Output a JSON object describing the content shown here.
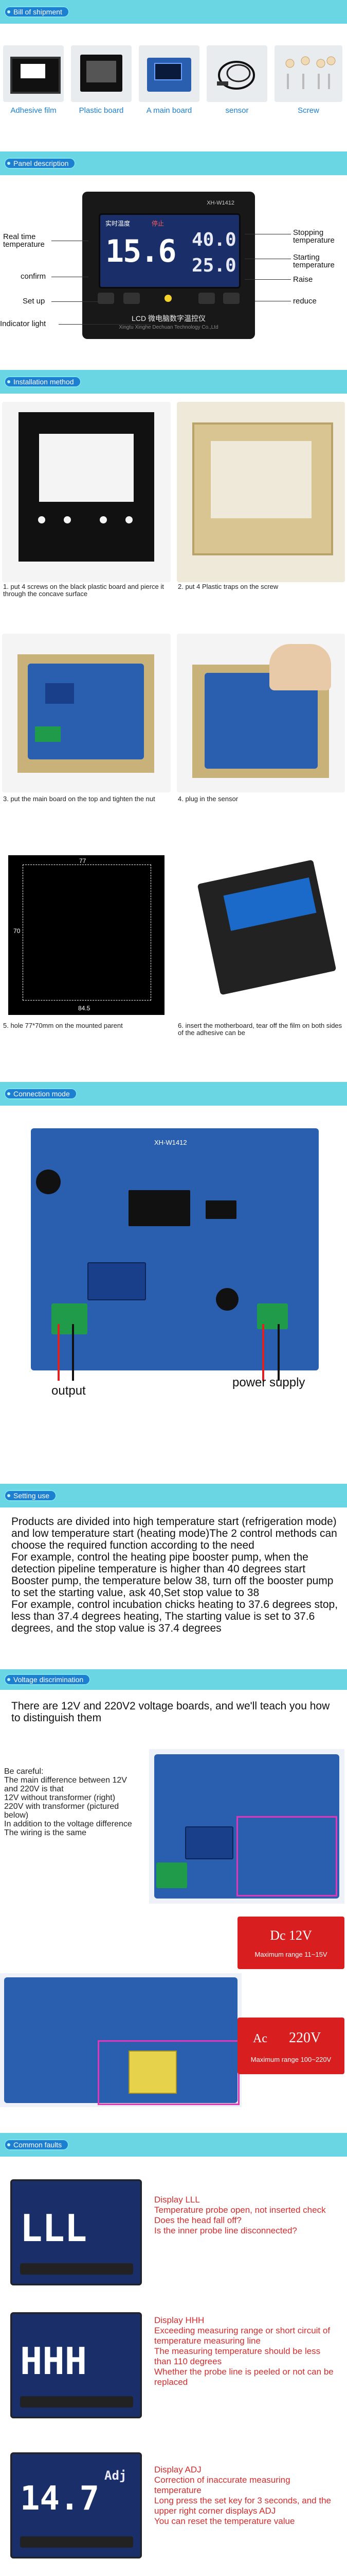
{
  "bill": {
    "title": "Bill of shipment",
    "items": [
      {
        "label": "Adhesive film"
      },
      {
        "label": "Plastic board"
      },
      {
        "label": "A main board"
      },
      {
        "label": "sensor"
      },
      {
        "label": "Screw"
      }
    ]
  },
  "panel": {
    "title": "Panel description",
    "model": "XH-W1412",
    "left_labels": [
      "Real time temperature",
      "confirm",
      "Set up",
      "Indicator light"
    ],
    "right_labels": [
      "Stopping temperature",
      "Starting temperature",
      "Raise",
      "reduce"
    ],
    "lcd_big": "15.6",
    "lcd_top": "40.0",
    "lcd_bottom": "25.0",
    "lcd_left_text": "实时温度",
    "lcd_mid_text": "停止",
    "brand_cn": "LCD 微电脑数字温控仪",
    "brand_en": "Xingtu Xinghe Dechuan Technology Co.,Ltd",
    "colors": {
      "lcd_bg": "#0a1a3a",
      "panel_bg": "#181818"
    }
  },
  "install": {
    "title": "Installation method",
    "steps": [
      {
        "text": "1. put 4 screws on the black plastic board and pierce it through the concave surface"
      },
      {
        "text": "2. put 4 Plastic traps on the screw"
      },
      {
        "text": "3. put the main board on the top and tighten the nut"
      },
      {
        "text": "4. plug in the sensor"
      },
      {
        "text": "5. hole 77*70mm on the mounted parent"
      },
      {
        "text": "6. insert the motherboard, tear off the film on both sides of the adhesive can be"
      }
    ],
    "dim_a": "77",
    "dim_b": "70",
    "dim_c": "84.5"
  },
  "connection": {
    "title": "Connection mode",
    "model": "XH-W1412",
    "output_label": "output",
    "power_label": "power supply"
  },
  "setting": {
    "title": "Setting use",
    "paragraph": "Products are divided into high temperature start (refrigeration mode) and low temperature start (heating mode)The 2 control methods can choose the required function according to the need\nFor example, control the heating pipe booster pump, when the detection pipeline temperature is higher than 40 degrees start Booster pump, the temperature below 38, turn off the booster pump to set the starting value, ask 40,Set stop value to 38\nFor example, control incubation chicks heating to 37.6 degrees stop, less than 37.4 degrees heating, The starting value is set to 37.6 degrees, and the stop value is 37.4 degrees"
  },
  "voltage": {
    "title": "Voltage discrimination",
    "intro": "There are 12V and 220V2 voltage boards, and we'll teach you how to distinguish them",
    "careful": "Be careful:\nThe main difference between 12V\nand 220V is that\n12V without transformer (right)\n220V with transformer (pictured below)\nIn addition to the voltage difference\nThe wiring is the same",
    "dc_label": "Dc 12V",
    "dc_range": "Maximum range 11~15V",
    "ac_label": "Ac",
    "ac_value": "220V",
    "ac_range": "Maximum range 100~220V"
  },
  "faults": {
    "title": "Common faults",
    "items": [
      {
        "display": "LLL",
        "right_top": "",
        "text": "Display LLL\nTemperature probe open, not inserted check\nDoes the head fall off?\nIs the inner probe line disconnected?"
      },
      {
        "display": "HHH",
        "right_top": "",
        "text": "Display HHH\nExceeding measuring range or short circuit of temperature measuring line\nThe measuring temperature should be less than 110 degrees\nWhether the probe line is peeled or not can be replaced"
      },
      {
        "display": "14.7",
        "right_top": "Adj",
        "text": "Display ADJ\nCorrection of inaccurate measuring temperature\nLong press the set key for 3 seconds, and the upper right corner displays ADJ\nYou can reset the temperature value"
      }
    ]
  }
}
